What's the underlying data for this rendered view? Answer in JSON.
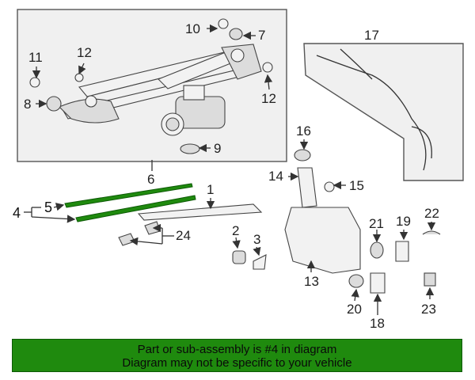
{
  "callouts": {
    "c1": "1",
    "c2": "2",
    "c3": "3",
    "c4": "4",
    "c5": "5",
    "c6": "6",
    "c7": "7",
    "c8": "8",
    "c9": "9",
    "c10": "10",
    "c11": "11",
    "c12a": "12",
    "c12b": "12",
    "c13": "13",
    "c14": "14",
    "c15": "15",
    "c16": "16",
    "c17": "17",
    "c18": "18",
    "c19": "19",
    "c20": "20",
    "c21": "21",
    "c22": "22",
    "c23": "23",
    "c24": "24"
  },
  "banner": {
    "line1": "Part or sub-assembly is #4 in diagram",
    "line2": "Diagram may not be specific to your vehicle"
  },
  "colors": {
    "highlight": "#1f8a0e",
    "banner_bg": "#1f8a0e"
  }
}
